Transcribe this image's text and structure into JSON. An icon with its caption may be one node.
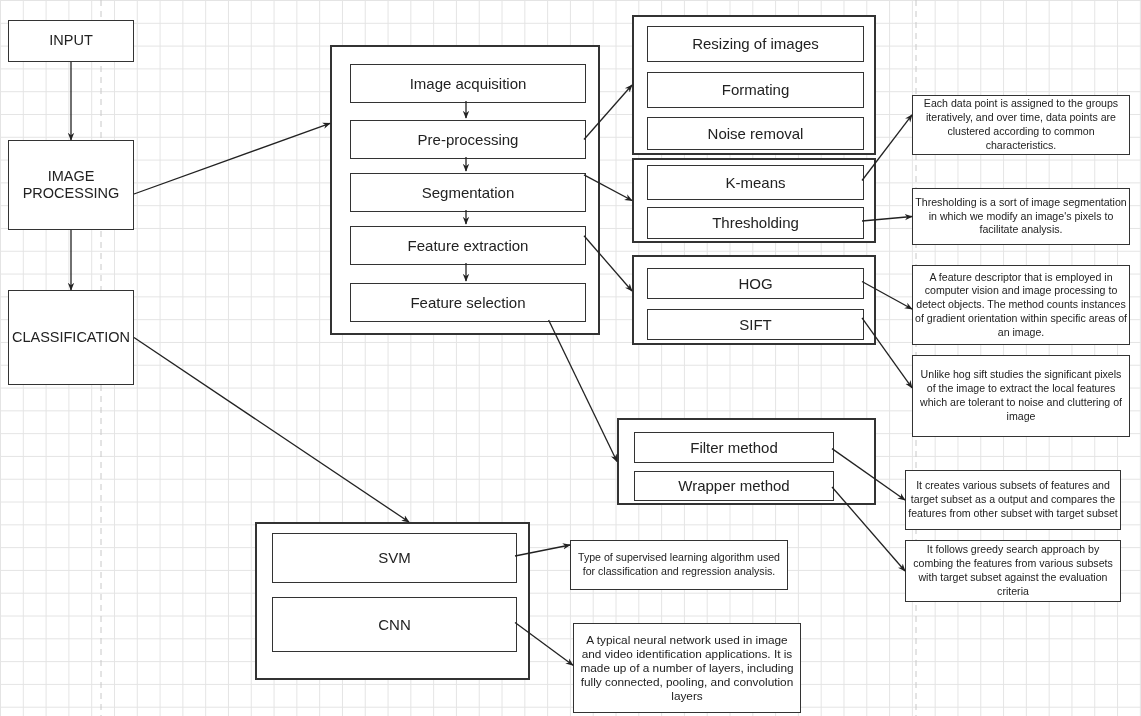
{
  "diagram": {
    "nodes": [
      {
        "text": [
          "INPUT"
        ]
      },
      {
        "text": [
          "IMAGE PROCESSING"
        ]
      },
      {
        "text": [
          "CLASSIFICATION"
        ]
      },
      {
        "text": [],
        "shape": "box"
      },
      {
        "text": [
          "Image acquisition"
        ],
        "in": 3
      },
      {
        "text": [
          "Pre-processing"
        ],
        "in": 3
      },
      {
        "text": [
          "Segmentation"
        ],
        "in": 3
      },
      {
        "text": [
          "Feature extraction"
        ],
        "in": 3
      },
      {
        "text": [
          "Feature selection"
        ],
        "in": 3
      },
      {
        "text": [],
        "shape": "box"
      },
      {
        "text": [
          "Resizing of images"
        ],
        "in": 9
      },
      {
        "text": [
          "Formating"
        ],
        "in": 9
      },
      {
        "text": [
          "Noise removal"
        ],
        "in": 9
      },
      {
        "text": [],
        "shape": "box"
      },
      {
        "text": [
          "K-means"
        ],
        "in": 13
      },
      {
        "text": [
          "Thresholding"
        ],
        "in": 13
      },
      {
        "text": [],
        "shape": "box"
      },
      {
        "text": [
          "HOG"
        ],
        "in": 16
      },
      {
        "text": [
          "SIFT"
        ],
        "in": 16
      },
      {
        "text": [],
        "shape": "box"
      },
      {
        "text": [
          "Filter method"
        ],
        "in": 19
      },
      {
        "text": [
          "Wrapper method"
        ],
        "in": 19
      },
      {
        "text": [],
        "shape": "box"
      },
      {
        "text": [
          "SVM"
        ],
        "in": 22
      },
      {
        "text": [
          "CNN"
        ],
        "in": 22
      },
      {
        "text": [
          "Each data point is assigned to the groups iteratively, and over time, data points are clustered according to common characteristics."
        ]
      },
      {
        "text": [
          "Thresholding is a sort of image segmentation in which we modify an image's pixels to facilitate analysis."
        ]
      },
      {
        "text": [
          "A feature descriptor that is employed in computer vision and image processing to detect objects. The method counts instances of gradient orientation within specific areas of an image."
        ]
      },
      {
        "text": [
          "Unlike hog sift studies the significant pixels of the image to extract the local features which are tolerant to noise and cluttering of image"
        ]
      },
      {
        "text": [
          "It creates various subsets of features and target subset as a output and compares the features from other subset with target subset"
        ]
      },
      {
        "text": [
          "It follows greedy search approach by combing the features from various subsets with target subset against the evaluation criteria"
        ]
      },
      {
        "text": [
          "Type of supervised learning algorithm used for classification and regression analysis."
        ]
      },
      {
        "text": [
          "A typical neural network used in image and video identification applications. It is made up of a number of layers, including fully connected, pooling, and convolution layers"
        ]
      }
    ],
    "edges": [
      {
        "from": 0,
        "to": 1,
        "arrow": "to"
      },
      {
        "from": 1,
        "to": 2,
        "arrow": "to"
      },
      {
        "from": 1,
        "to": 3,
        "arrow": "to"
      },
      {
        "from": 4,
        "to": 5,
        "arrow": "to"
      },
      {
        "from": 5,
        "to": 6,
        "arrow": "to"
      },
      {
        "from": 6,
        "to": 7,
        "arrow": "to"
      },
      {
        "from": 7,
        "to": 8,
        "arrow": "to"
      },
      {
        "from": 5,
        "to": 9,
        "arrow": "to"
      },
      {
        "from": 6,
        "to": 13,
        "arrow": "to"
      },
      {
        "from": 7,
        "to": 16,
        "arrow": "to"
      },
      {
        "from": 8,
        "to": 19,
        "arrow": "to"
      },
      {
        "from": 2,
        "to": 22,
        "arrow": "to"
      },
      {
        "from": 14,
        "to": 25,
        "arrow": "to"
      },
      {
        "from": 15,
        "to": 26,
        "arrow": "to"
      },
      {
        "from": 17,
        "to": 27,
        "arrow": "to"
      },
      {
        "from": 18,
        "to": 28,
        "arrow": "to"
      },
      {
        "from": 20,
        "to": 29,
        "arrow": "to"
      },
      {
        "from": 21,
        "to": 30,
        "arrow": "to"
      },
      {
        "from": 23,
        "to": 31,
        "arrow": "to"
      },
      {
        "from": 24,
        "to": 32,
        "arrow": "to"
      }
    ]
  }
}
